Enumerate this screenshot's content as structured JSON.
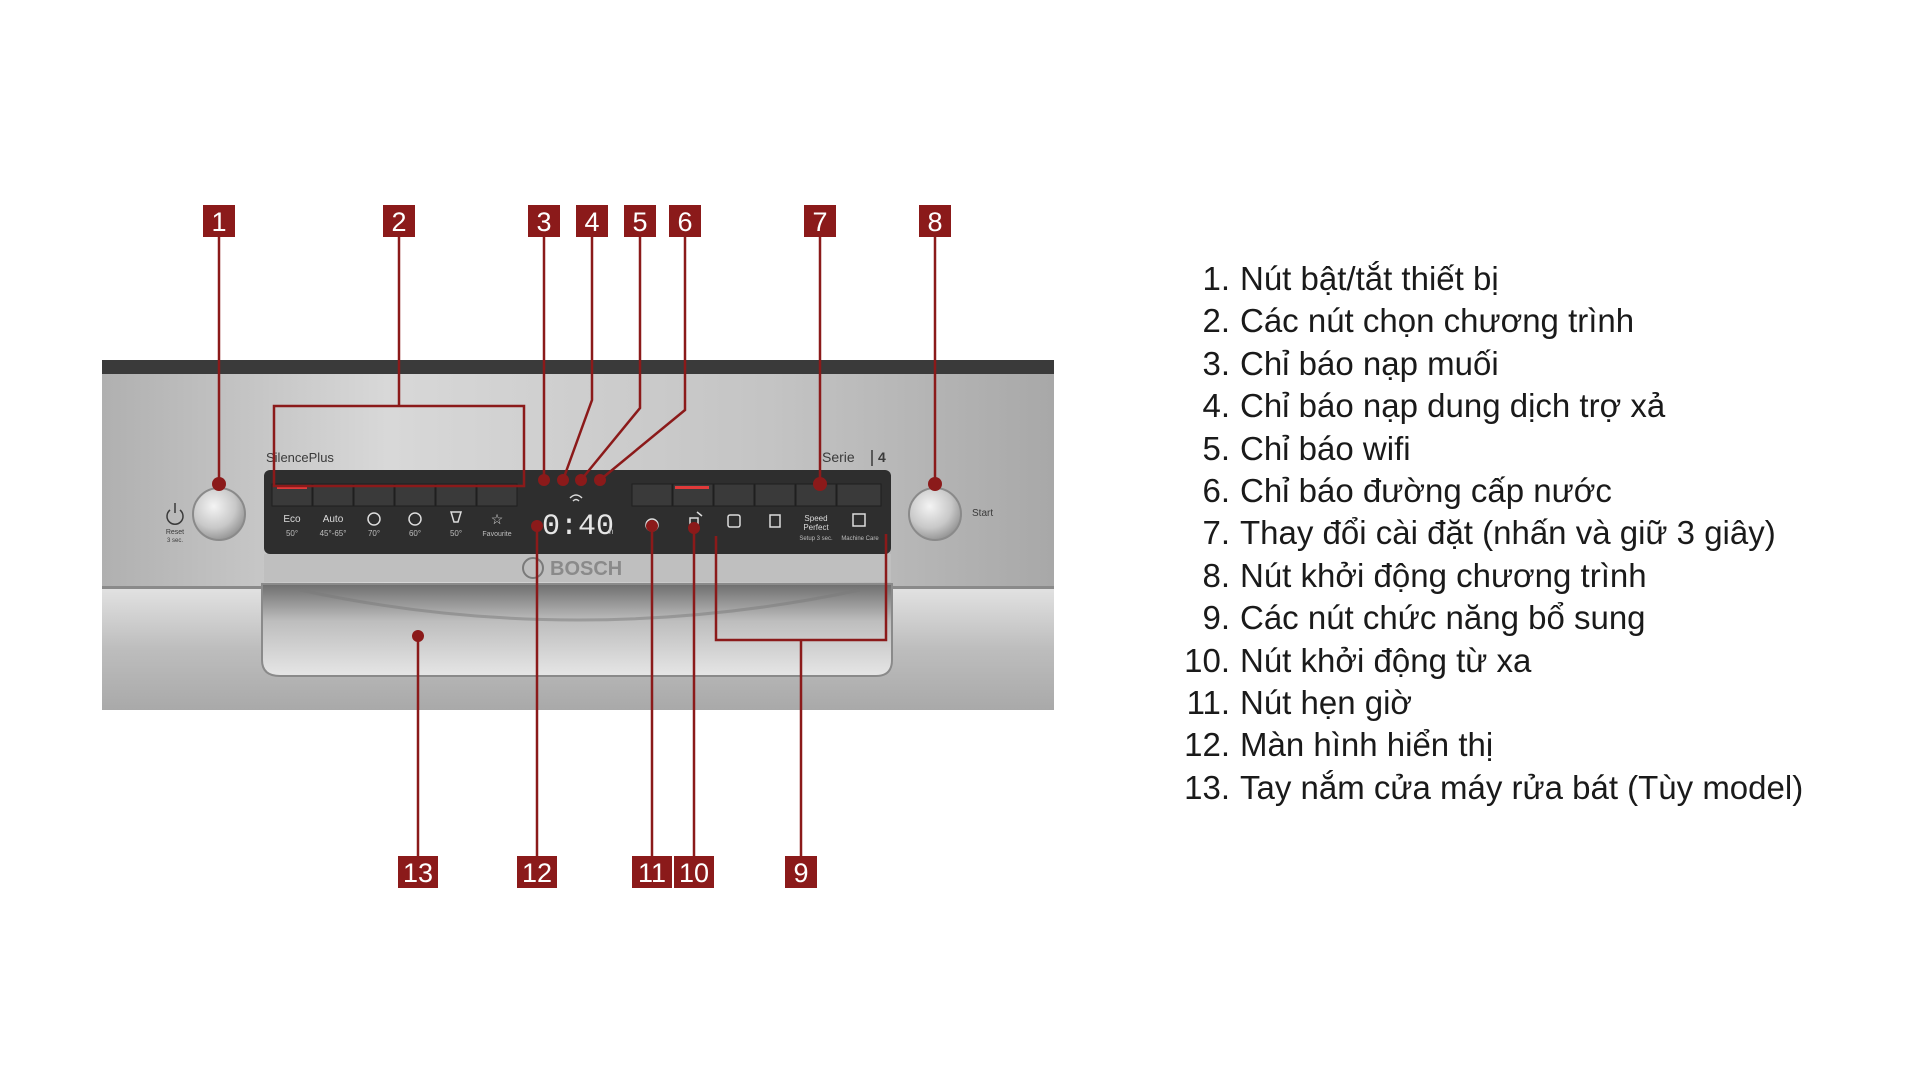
{
  "panel": {
    "brand_line": "SilencePlus",
    "serie_label": "Serie",
    "serie_number": "4",
    "brand": "BOSCH",
    "display_value": "0:40",
    "start_label": "Start",
    "reset_label": "Reset",
    "reset_hold": "3 sec.",
    "hours_label": "h",
    "programs": [
      {
        "name": "Eco",
        "temp": "50°"
      },
      {
        "name": "Auto",
        "temp": "45°-65°"
      },
      {
        "name": "",
        "temp": "70°"
      },
      {
        "name": "",
        "temp": "60°"
      },
      {
        "name": "",
        "temp": "50°"
      },
      {
        "name": "",
        "temp": "Favourite"
      }
    ],
    "option_speed": "Speed",
    "option_perfect": "Perfect",
    "option_setup": "Setup 3 sec.",
    "option_machine_care": "Machine Care"
  },
  "callouts": [
    "1",
    "2",
    "3",
    "4",
    "5",
    "6",
    "7",
    "8",
    "9",
    "10",
    "11",
    "12",
    "13"
  ],
  "legend": [
    {
      "num": "1.",
      "text": "Nút bật/tắt thiết bị"
    },
    {
      "num": "2.",
      "text": "Các nút chọn chương trình"
    },
    {
      "num": "3.",
      "text": "Chỉ báo nạp muối"
    },
    {
      "num": "4.",
      "text": "Chỉ báo nạp dung dịch trợ xả"
    },
    {
      "num": "5.",
      "text": "Chỉ báo wifi"
    },
    {
      "num": "6.",
      "text": "Chỉ báo đường cấp nước"
    },
    {
      "num": "7.",
      "text": "Thay đổi cài đặt (nhấn và giữ 3 giây)"
    },
    {
      "num": "8.",
      "text": "Nút khởi động chương trình"
    },
    {
      "num": "9.",
      "text": "Các nút chức năng bổ sung"
    },
    {
      "num": "10.",
      "text": "Nút khởi động từ xa"
    },
    {
      "num": "11.",
      "text": "Nút hẹn giờ"
    },
    {
      "num": "12.",
      "text": "Màn hình hiển thị"
    },
    {
      "num": "13.",
      "text": "Tay nắm cửa máy rửa bát (Tùy model)"
    }
  ],
  "colors": {
    "callout": "#8b1a1a",
    "steel_light": "#d4d4d4",
    "steel_dark": "#9a9a9a",
    "control_strip": "#2b2b2b",
    "indicator_active": "#e03a3a"
  },
  "icons": [
    "power-icon",
    "program-icons",
    "wifi-icon",
    "clock-icon",
    "remote-start-icon",
    "star-icon"
  ]
}
